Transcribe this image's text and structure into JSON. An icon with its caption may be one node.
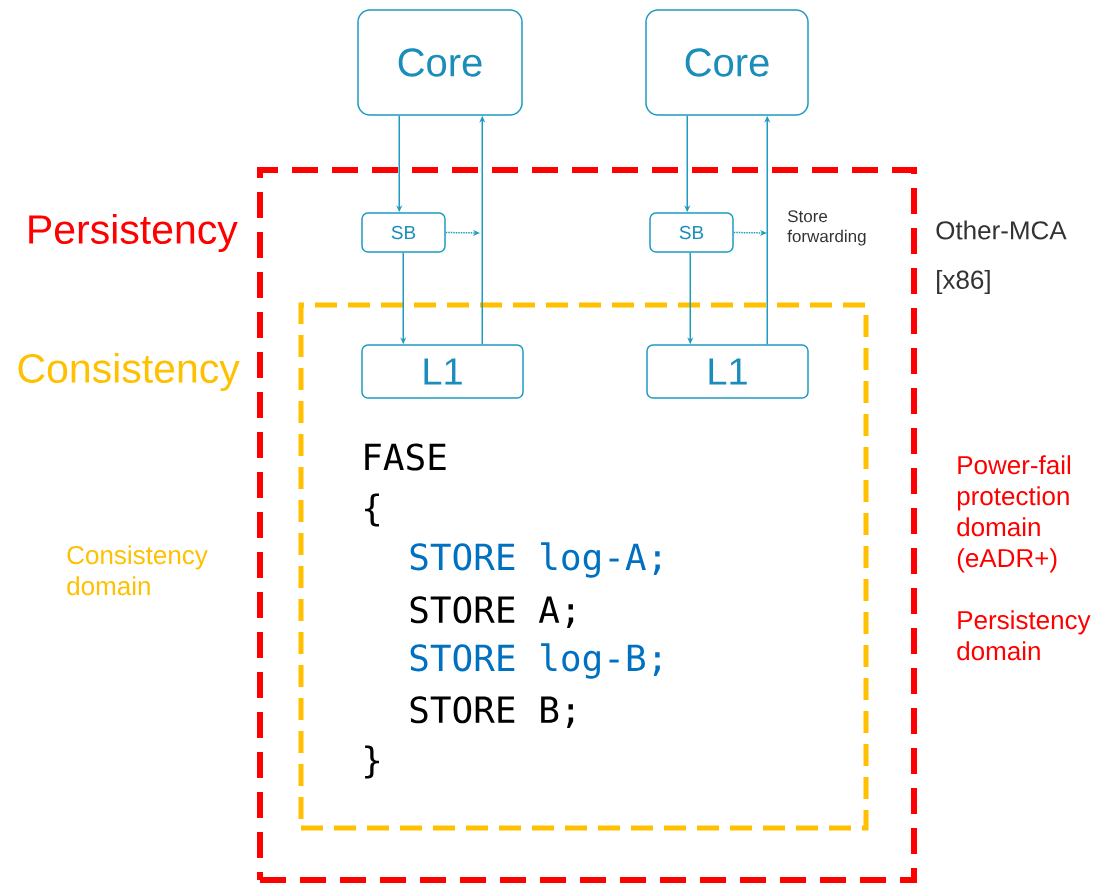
{
  "diagram": {
    "nodes": [
      {
        "text": [
          "Core"
        ]
      },
      {
        "text": [
          "Core"
        ]
      },
      {
        "text": [
          "Persistency",
          "Power-fail protection domain (eADR+)",
          "Persistency domain"
        ]
      },
      {
        "text": [
          "SB"
        ],
        "in": 2
      },
      {
        "text": [
          "SB"
        ],
        "in": 2
      },
      {
        "text": [
          "Consistency"
        ],
        "in": 2
      },
      {
        "text": [
          "L1"
        ],
        "in": 5
      },
      {
        "text": [
          "L1"
        ],
        "in": 5
      }
    ],
    "edges": [
      {
        "from": 0,
        "to": 3,
        "arrow": "to"
      },
      {
        "from": 3,
        "to": 6,
        "arrow": "to"
      },
      {
        "from": 6,
        "to": 0,
        "arrow": "to"
      },
      {
        "from": 3,
        "to": null,
        "arrow": "to",
        "style": "dashed"
      },
      {
        "from": 1,
        "to": 4,
        "arrow": "to"
      },
      {
        "from": 4,
        "to": 7,
        "arrow": "to"
      },
      {
        "from": 7,
        "to": 1,
        "arrow": "to"
      },
      {
        "from": 4,
        "to": null,
        "arrow": "to",
        "style": "dashed"
      }
    ],
    "labels": [
      "Consistency domain",
      "Store forwarding",
      "Other-MCA",
      "[x86]",
      "FASE",
      "{",
      "STORE log-A;",
      "STORE A;",
      "STORE log-B;",
      "STORE B;",
      "}"
    ]
  }
}
